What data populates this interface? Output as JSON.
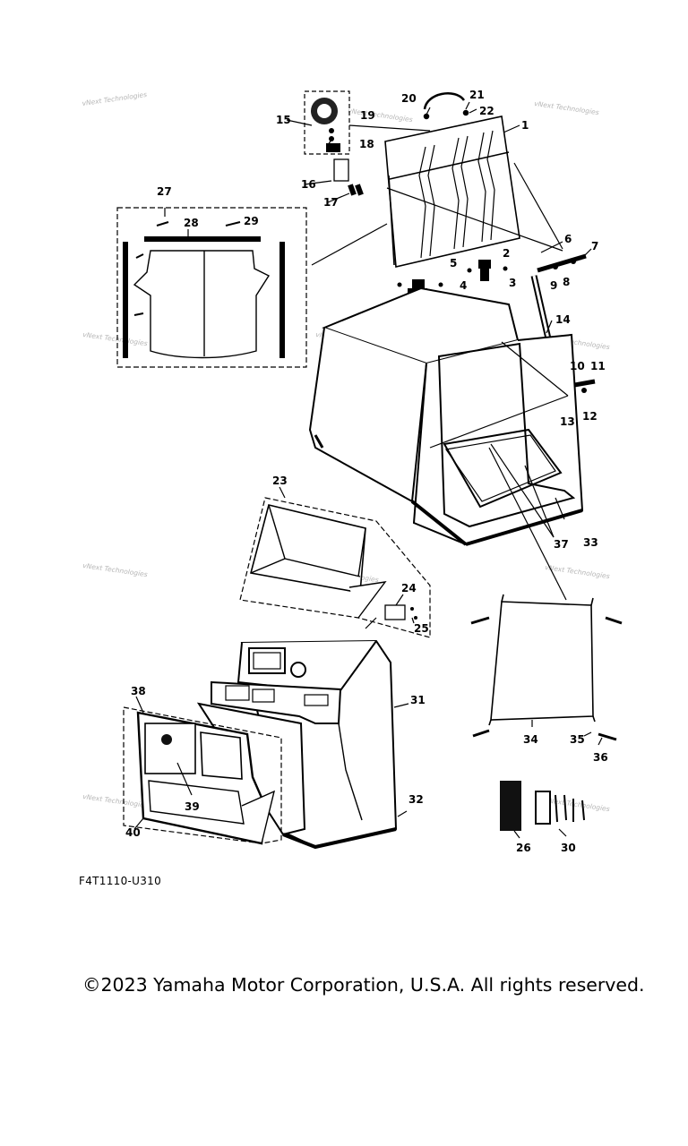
{
  "diagram": {
    "part_code": "F4T1110-U310",
    "copyright": "©2023 Yamaha Motor Corporation, U.S.A. All rights reserved.",
    "watermark": "vNext Technologies",
    "callouts": [
      "1",
      "2",
      "3",
      "4",
      "5",
      "6",
      "7",
      "8",
      "9",
      "10",
      "11",
      "12",
      "13",
      "14",
      "15",
      "16",
      "17",
      "18",
      "19",
      "20",
      "21",
      "22",
      "23",
      "24",
      "25",
      "26",
      "27",
      "28",
      "29",
      "30",
      "31",
      "32",
      "33",
      "34",
      "35",
      "36",
      "37",
      "38",
      "39",
      "40"
    ]
  }
}
